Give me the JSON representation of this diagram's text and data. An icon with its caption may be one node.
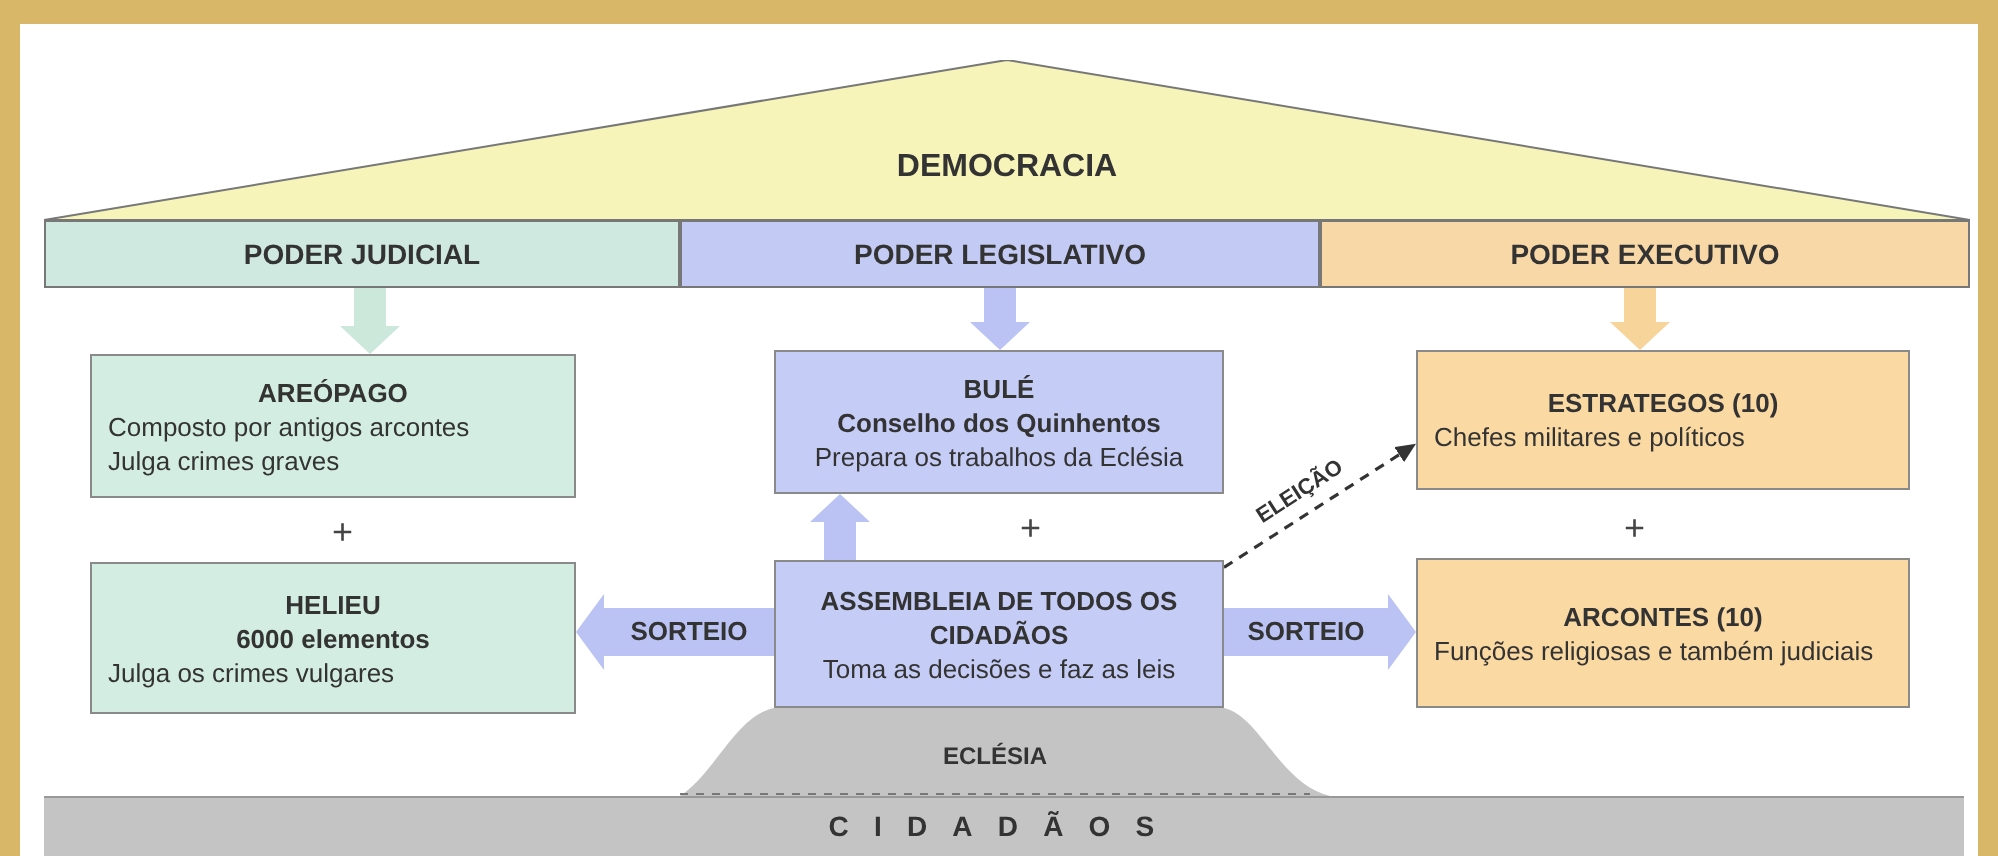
{
  "diagram": {
    "nodes": [
      {
        "text": [
          "DEMOCRACIA"
        ]
      },
      {
        "text": [
          "PODER JUDICIAL"
        ]
      },
      {
        "text": [
          "PODER LEGISLATIVO"
        ]
      },
      {
        "text": [
          "PODER EXECUTIVO"
        ]
      },
      {
        "text": [
          "AREÓPAGO",
          "Composto por antigos arcontes",
          "Julga crimes graves"
        ]
      },
      {
        "text": [
          "BULÉ",
          "Conselho dos Quinhentos",
          "Prepara os trabalhos da Eclésia"
        ]
      },
      {
        "text": [
          "ESTRATEGOS (10)",
          "Chefes militares e políticos"
        ]
      },
      {
        "text": [
          "HELIEU",
          "6000 elementos",
          "Julga os crimes vulgares"
        ]
      },
      {
        "text": [
          "ASSEMBLEIA DE TODOS OS CIDADÃOS",
          "Toma as decisões e faz as leis"
        ]
      },
      {
        "text": [
          "ARCONTES (10)",
          "Funções religiosas e também judiciais"
        ]
      },
      {
        "text": [
          "ECLÉSIA"
        ]
      },
      {
        "text": [
          "CIDADÃOS"
        ]
      }
    ],
    "edges": [
      {
        "from": 1,
        "to": 4,
        "arrow": "to",
        "color": "#cbe8db"
      },
      {
        "from": 2,
        "to": 5,
        "arrow": "to"
      },
      {
        "from": 3,
        "to": 6,
        "arrow": "to",
        "color": "#f7d49a"
      },
      {
        "from": 8,
        "to": 5,
        "arrow": "to"
      },
      {
        "from": 8,
        "to": 7,
        "arrow": "to",
        "label": "SORTEIO"
      },
      {
        "from": 8,
        "to": 9,
        "arrow": "to",
        "label": "SORTEIO"
      },
      {
        "from": 8,
        "to": 6,
        "arrow": "to",
        "label": "ELEIÇÃO",
        "style": "dashed",
        "color": "#333333"
      }
    ],
    "labels": [
      "+",
      "+",
      "+"
    ]
  }
}
